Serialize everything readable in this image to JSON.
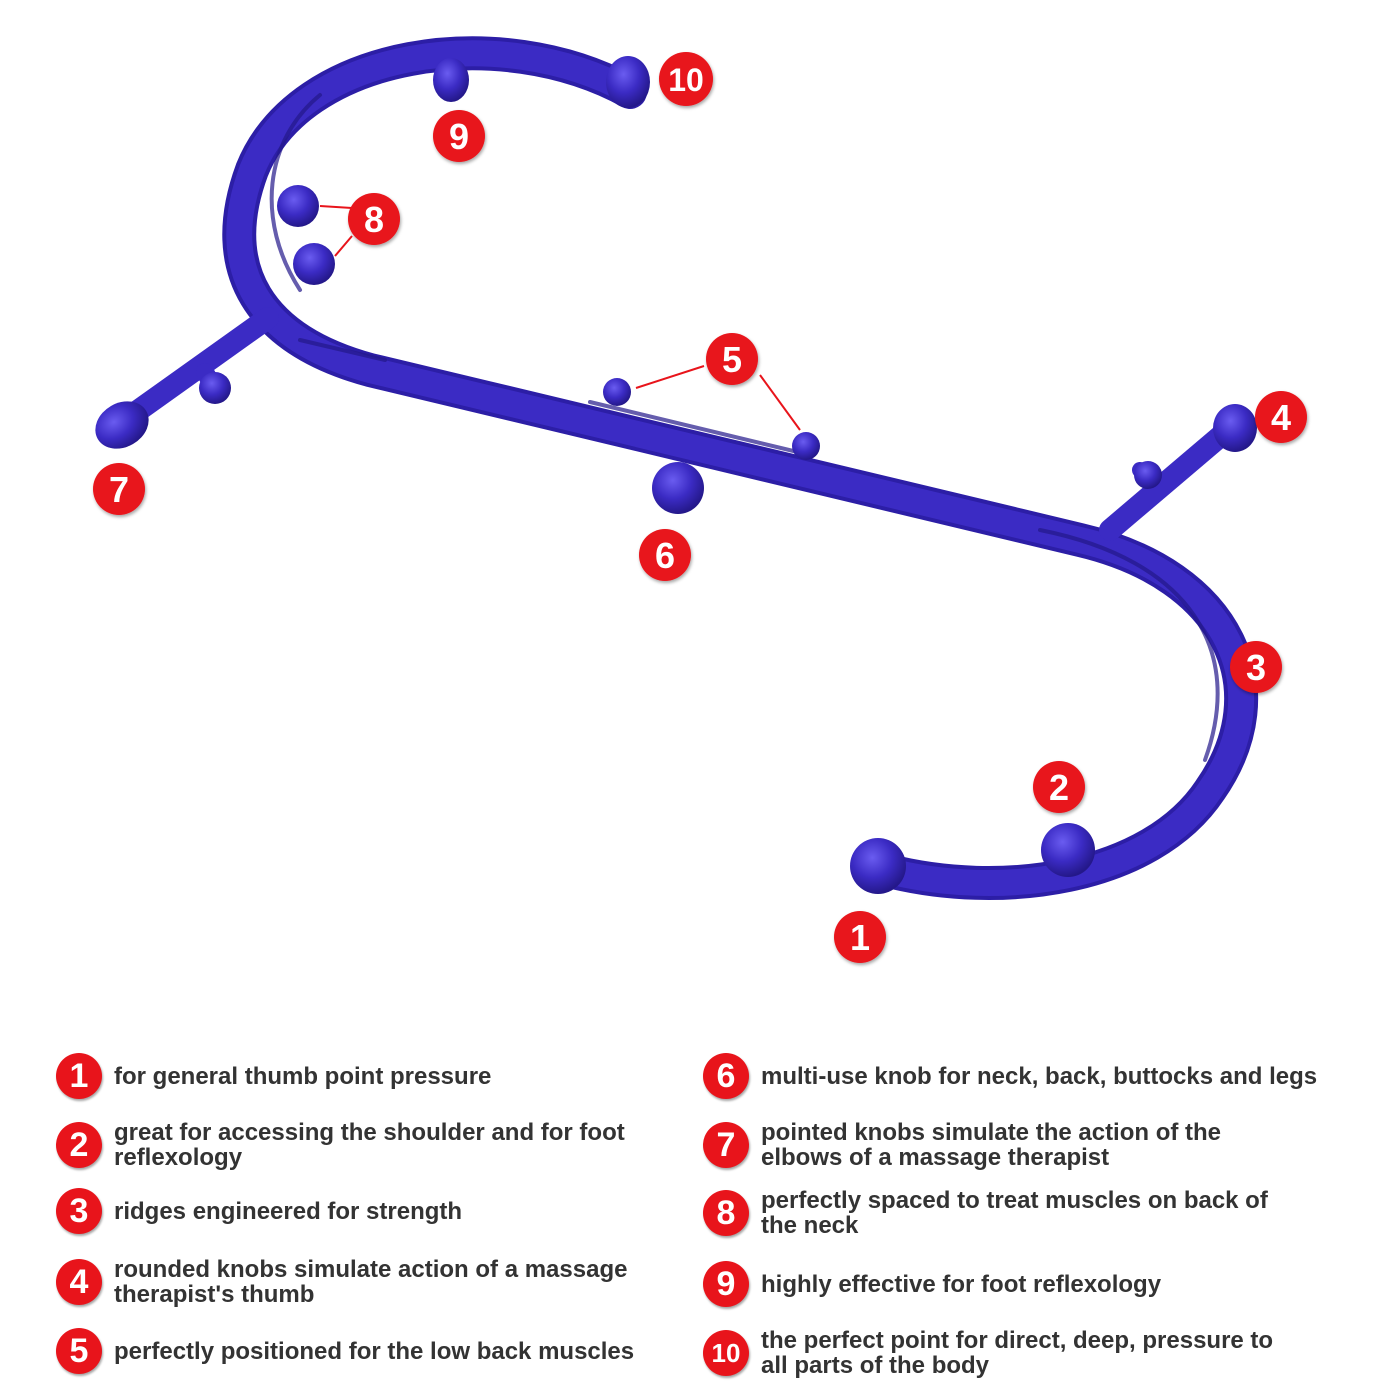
{
  "colors": {
    "tool": "#3b2bc4",
    "tool_dark": "#2a1c97",
    "badge": "#e8141b",
    "text": "#333333"
  },
  "diagram": {
    "callouts": [
      "1",
      "2",
      "3",
      "4",
      "5",
      "6",
      "7",
      "8",
      "9",
      "10"
    ]
  },
  "legend": [
    {
      "num": "1",
      "text": "for general thumb point pressure"
    },
    {
      "num": "2",
      "text": "great for accessing the shoulder and for foot reflexology"
    },
    {
      "num": "3",
      "text": "ridges engineered for strength"
    },
    {
      "num": "4",
      "text": "rounded knobs simulate action of a massage therapist's thumb"
    },
    {
      "num": "5",
      "text": "perfectly positioned for the low back muscles"
    },
    {
      "num": "6",
      "text": "multi-use knob for neck, back, buttocks and legs"
    },
    {
      "num": "7",
      "text": "pointed knobs simulate the action of the elbows of a massage therapist"
    },
    {
      "num": "8",
      "text": "perfectly spaced to treat muscles on back of the neck"
    },
    {
      "num": "9",
      "text": "highly effective for foot reflexology"
    },
    {
      "num": "10",
      "text": "the perfect point for direct, deep, pressure to all parts of the body"
    }
  ]
}
